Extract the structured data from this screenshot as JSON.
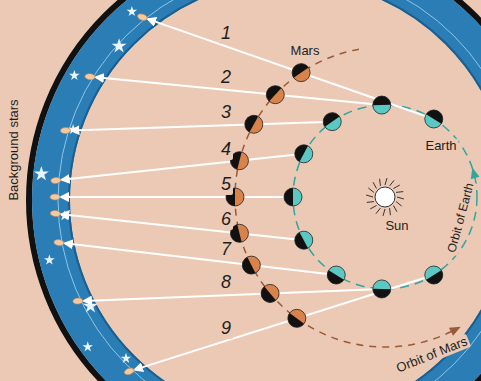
{
  "diagram": {
    "labels": [
      "1",
      "Mars",
      "2",
      "Earth",
      "3",
      "4",
      "5",
      "Sun",
      "6",
      "7",
      "Orbit of Earth",
      "8",
      "Orbit of Mars",
      "9",
      "Background stars"
    ]
  }
}
